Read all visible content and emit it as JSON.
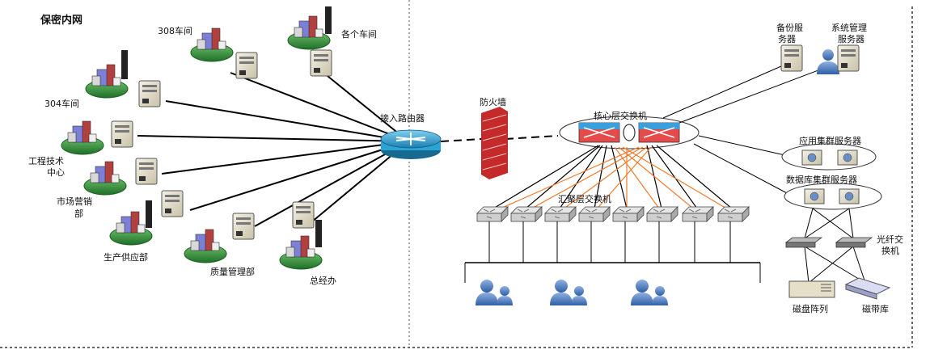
{
  "title": "保密内网",
  "workshops": {
    "w308": "308车间",
    "each": "各个车间",
    "w304": "304车间",
    "tech_center": [
      "工程技术",
      "中心"
    ],
    "market": [
      "市场营销",
      "部"
    ],
    "supply": "生产供应部",
    "quality": "质量管理部",
    "office": "总经办"
  },
  "core": {
    "router": "接入路由器",
    "firewall": "防火墙",
    "core_switch": "核心层交换机",
    "agg_switch": "汇聚层交换机"
  },
  "servers": {
    "backup": [
      "备份服",
      "务器"
    ],
    "sysmgmt": [
      "系统管理",
      "服务器"
    ],
    "app_cluster": "应用集群服务器",
    "db_cluster": "数据库集群服务器",
    "fc_switch": [
      "光纤交",
      "换机"
    ],
    "disk_array": "磁盘阵列",
    "tape_library": "磁带库"
  },
  "colors": {
    "link": "#000000",
    "uplink": "#f07a2a",
    "router": "#2aa3d6",
    "firewall": "#c42a2a",
    "core_switch": "#e54b4b",
    "core_switch_blue": "#3aa0dd",
    "green_base": "#2e8b3d",
    "user_blue": "#3f74bd"
  }
}
